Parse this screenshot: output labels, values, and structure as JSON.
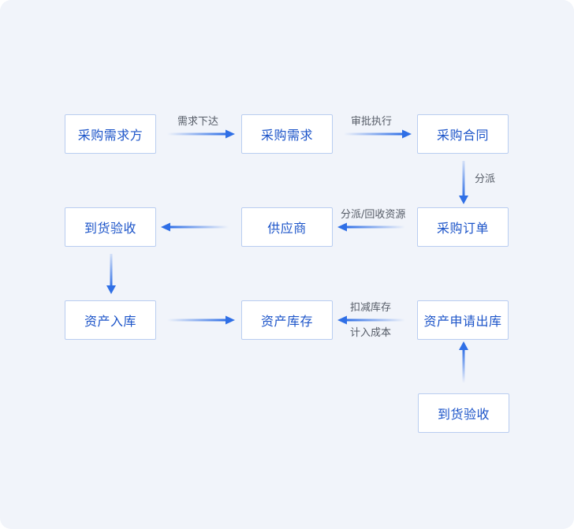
{
  "nodes": {
    "buyer": "采购需求方",
    "demand": "采购需求",
    "contract": "采购合同",
    "order": "采购订单",
    "supplier": "供应商",
    "acceptance_top": "到货验收",
    "inbound": "资产入库",
    "inventory": "资产库存",
    "outbound_request": "资产申请出库",
    "acceptance_bottom": "到货验收"
  },
  "edge_labels": {
    "issue_demand": "需求下达",
    "approve": "审批执行",
    "dispatch": "分派",
    "dispatch_recycle": "分派/回收资源",
    "deduct_inventory": "扣减库存",
    "count_cost": "计入成本"
  },
  "colors": {
    "arrow": "#2f6fe6",
    "node_text": "#1d55c9",
    "node_border": "#b9cdf0",
    "background": "#f1f4fa"
  }
}
